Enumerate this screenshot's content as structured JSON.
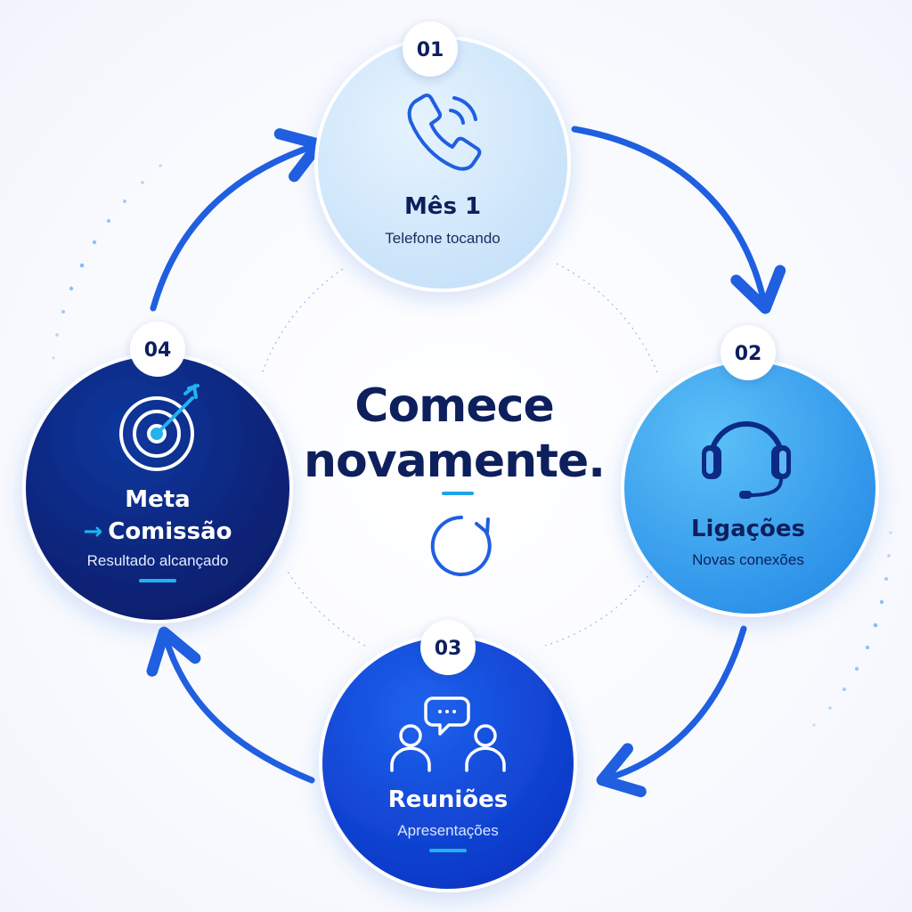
{
  "center": {
    "title_line1": "Comece",
    "title_line2": "novamente."
  },
  "stages": [
    {
      "number": "01",
      "title": "Mês 1",
      "subtitle": "Telefone tocando",
      "icon": "phone-ringing-icon"
    },
    {
      "number": "02",
      "title": "Ligações",
      "subtitle": "Novas conexões",
      "icon": "headset-icon"
    },
    {
      "number": "03",
      "title": "Reuniões",
      "subtitle": "Apresentações",
      "icon": "meeting-chat-icon"
    },
    {
      "number": "04",
      "title_line1": "Meta",
      "title_line2": "Comissão",
      "title_arrow": "→",
      "subtitle": "Resultado alcançado",
      "icon": "target-arrow-icon"
    }
  ],
  "center_icon": "refresh-icon",
  "colors": {
    "navy_text": "#0d1f5c",
    "stage1_fill": "#d3e9fb",
    "stage2_fill": "#3aa6ef",
    "stage3_fill": "#1145d8",
    "stage4_fill": "#0b2a86",
    "arrow_blue": "#1f5fe0",
    "accent_cyan": "#22b2f0"
  }
}
